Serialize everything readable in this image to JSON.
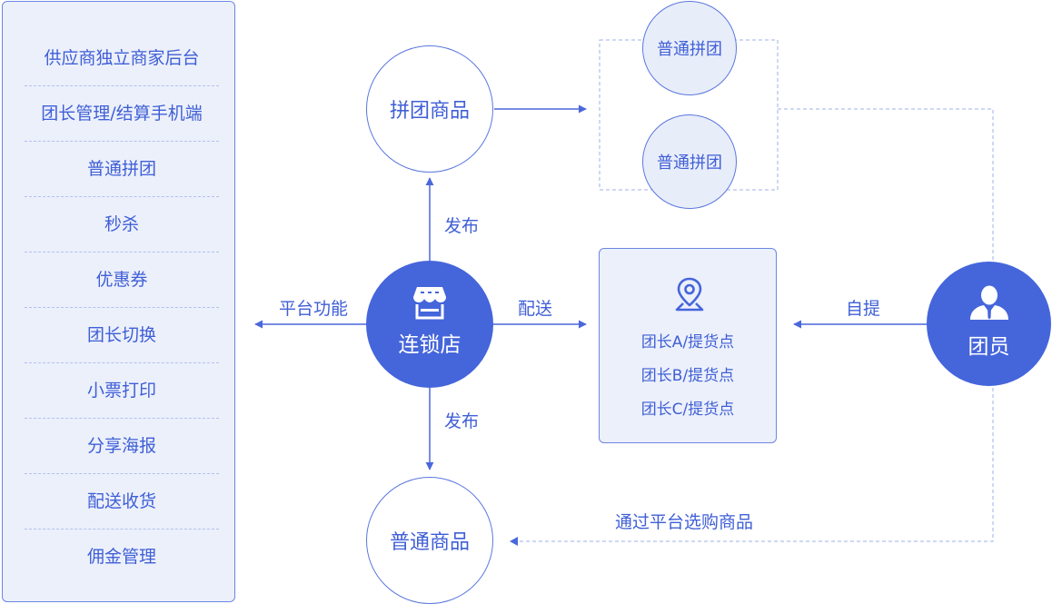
{
  "feature_panel": {
    "items": [
      "供应商独立商家后台",
      "团长管理/结算手机端",
      "普通拼团",
      "秒杀",
      "优惠券",
      "团长切换",
      "小票打印",
      "分享海报",
      "配送收货",
      "佣金管理"
    ]
  },
  "nodes": {
    "chain_store": "连锁店",
    "group_product": "拼团商品",
    "normal_product": "普通商品",
    "member": "团员",
    "group_deal_1": "普通拼团",
    "group_deal_2": "普通拼团"
  },
  "pickup": {
    "icon": "location-pin-icon",
    "points": [
      "团长A/提货点",
      "团长B/提货点",
      "团长C/提货点"
    ]
  },
  "edges": {
    "publish_up": "发布",
    "publish_down": "发布",
    "platform_features": "平台功能",
    "delivery": "配送",
    "self_pickup": "自提",
    "buy_via_platform": "通过平台选购商品"
  },
  "colors": {
    "primary": "#4565db",
    "line": "#4a67dc",
    "panel_bg": "#ecf0fb",
    "dashed": "#9fb2ea"
  }
}
